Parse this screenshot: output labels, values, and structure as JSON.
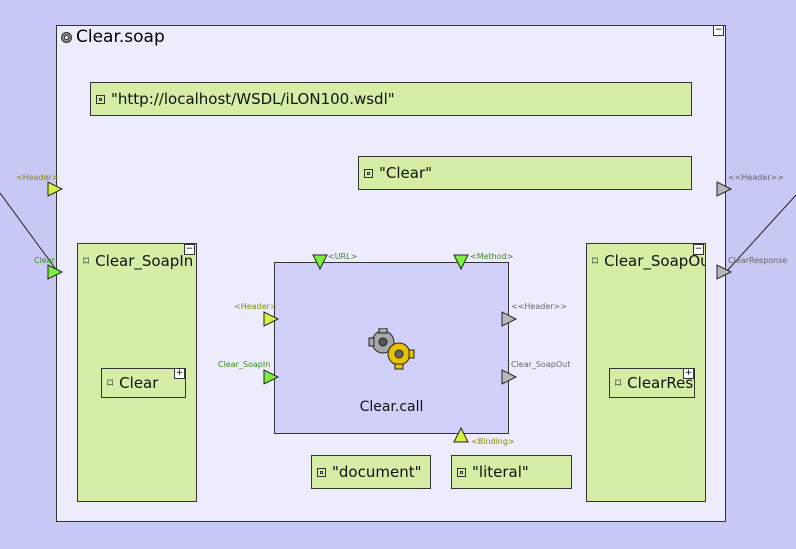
{
  "main": {
    "title": "Clear.soap"
  },
  "boxes": {
    "url": "\"http://localhost/WSDL/iLON100.wsdl\"",
    "method": "\"Clear\"",
    "document": "\"document\"",
    "literal": "\"literal\"",
    "soap_in": "Clear_SoapIn",
    "soap_in_child": "Clear",
    "soap_out": "Clear_SoapOut",
    "soap_out_child": "ClearResponse"
  },
  "call": {
    "label": "Clear.call"
  },
  "ports": {
    "left_header": "<Header>",
    "left_clear": "Clear",
    "call_url": "<URL>",
    "call_method": "<Method>",
    "call_header_in": "<Header>",
    "call_soapin": "Clear_SoapIn",
    "call_header_out": "<<Header>>",
    "call_soapout": "Clear_SoapOut",
    "call_binding": "<Binding>",
    "right_header": "<<Header>>",
    "right_clearresponse": "ClearResponse"
  },
  "buttons": {
    "collapse": "−",
    "expand": "+"
  },
  "colors": {
    "green_port": "#7cf03c",
    "yellow_port": "#d8f040",
    "gray_port": "#b8b8b8",
    "box_green": "#d6eda6"
  }
}
